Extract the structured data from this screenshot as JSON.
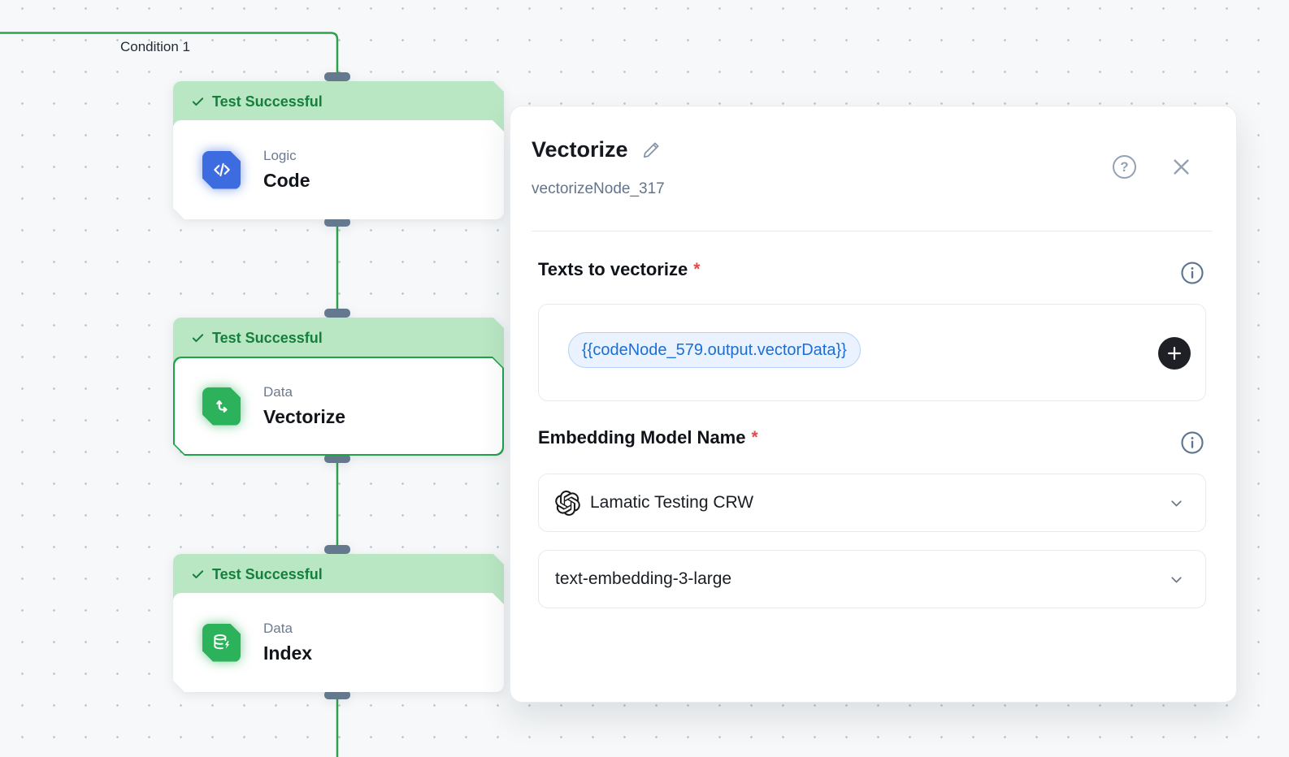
{
  "canvas": {
    "condition_label": "Condition 1",
    "nodes": [
      {
        "status": "Test Successful",
        "category": "Logic",
        "name": "Code"
      },
      {
        "status": "Test Successful",
        "category": "Data",
        "name": "Vectorize"
      },
      {
        "status": "Test Successful",
        "category": "Data",
        "name": "Index"
      }
    ]
  },
  "panel": {
    "title": "Vectorize",
    "node_id": "vectorizeNode_317",
    "required_marker": "*",
    "help_glyph": "?",
    "texts_section": {
      "label": "Texts to vectorize",
      "variable_pill": "{{codeNode_579.output.vectorData}}"
    },
    "embedding_section": {
      "label": "Embedding Model Name",
      "provider_value": "Lamatic Testing CRW",
      "model_value": "text-embedding-3-large"
    }
  },
  "colors": {
    "connection_green": "#2da24b",
    "badge_bg": "#b9e7c3",
    "badge_text": "#157f3c",
    "node_blue": "#3d6ce1",
    "node_green": "#2cb25a",
    "pill_text": "#1a6fd4",
    "pill_bg": "#e9f2fe"
  }
}
